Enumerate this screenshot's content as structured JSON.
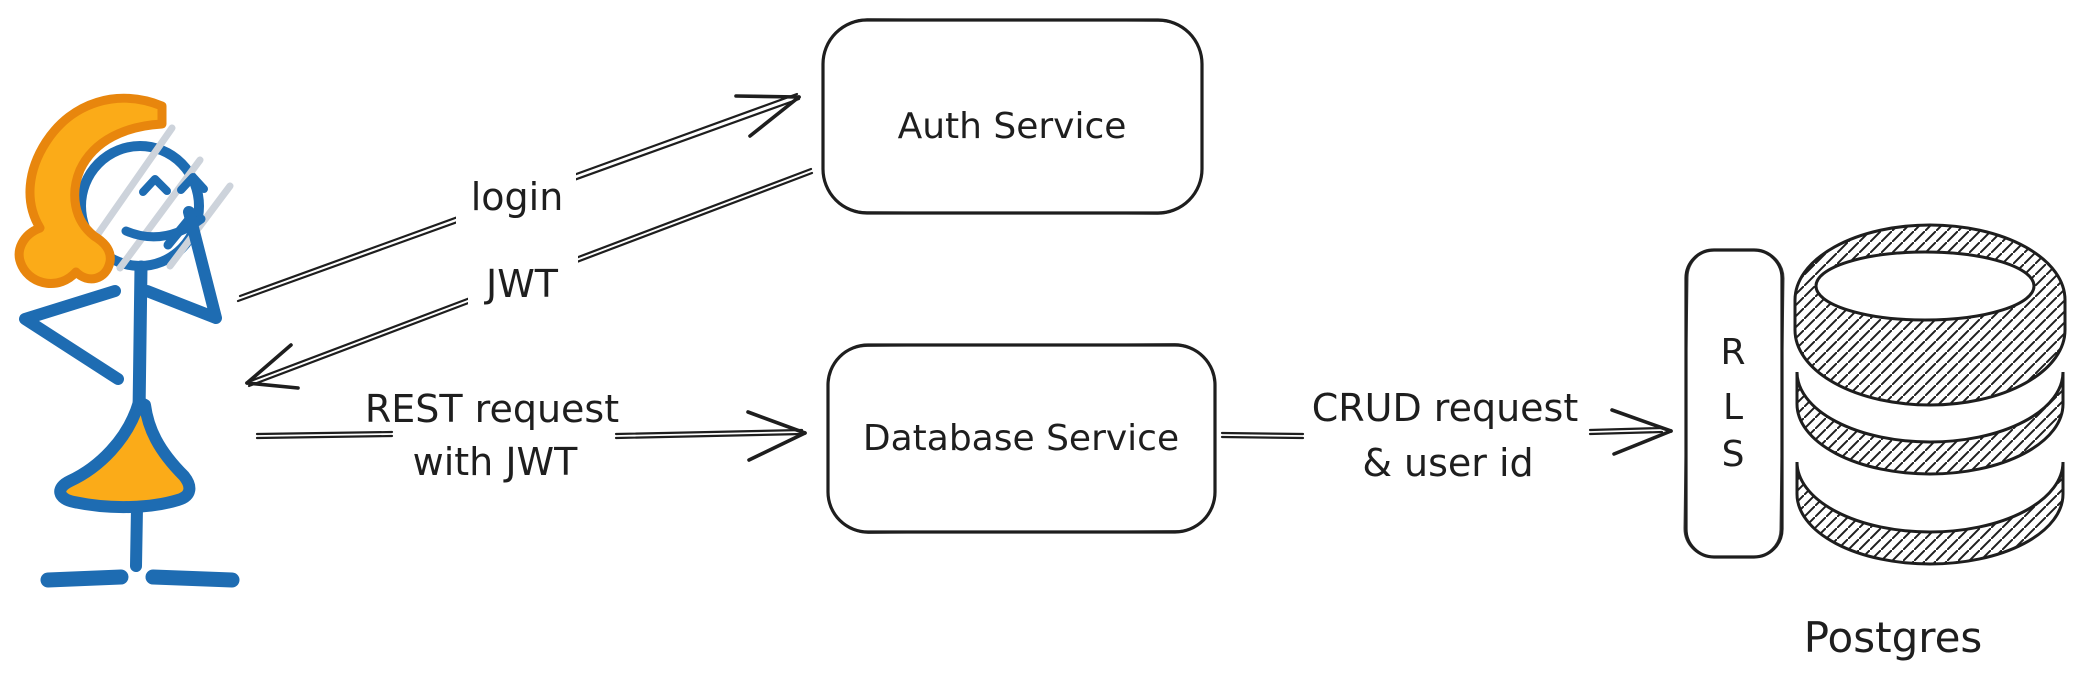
{
  "colors": {
    "ink": "#1e1e1e",
    "blue": "#1e6cb2",
    "orange_fill": "#fbab18",
    "orange_stroke": "#e8860d",
    "gray": "#cdd3db",
    "paper": "#ffffff"
  },
  "actor": {
    "icon": "stick-figure-user-icon"
  },
  "nodes": {
    "auth_service": {
      "label": "Auth Service"
    },
    "database_service": {
      "label": "Database Service"
    },
    "rls": {
      "letters": [
        "R",
        "L",
        "S"
      ]
    },
    "postgres": {
      "label": "Postgres",
      "icon": "database-cylinder-icon"
    }
  },
  "edges": {
    "login": {
      "label": "login"
    },
    "jwt": {
      "label": "JWT"
    },
    "rest": {
      "line1": "REST request",
      "line2": "with JWT"
    },
    "crud": {
      "line1": "CRUD request",
      "line2": "& user id"
    }
  }
}
